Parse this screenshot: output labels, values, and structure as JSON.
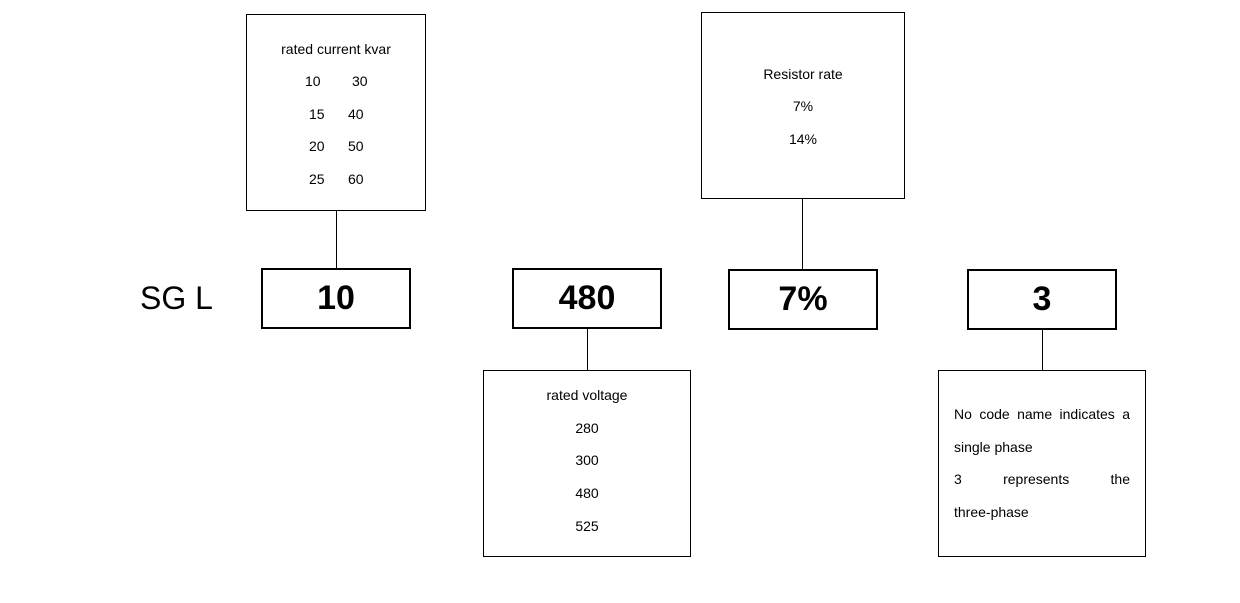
{
  "prefix": "SG L",
  "code_boxes": {
    "current": "10",
    "voltage": "480",
    "resistor": "7%",
    "phase": "3"
  },
  "current_box": {
    "title": "rated current kvar",
    "rows": [
      [
        "10",
        "30"
      ],
      [
        "15",
        "40"
      ],
      [
        "20",
        "50"
      ],
      [
        "25",
        "60"
      ]
    ]
  },
  "resistor_box": {
    "title": "Resistor rate",
    "values": [
      "7%",
      "14%"
    ]
  },
  "voltage_box": {
    "title": "rated voltage",
    "values": [
      "280",
      "300",
      "480",
      "525"
    ]
  },
  "phase_box": {
    "line1": "No code name indicates a",
    "line2": "single phase",
    "line3": "3 represents the",
    "line4": "three-phase"
  }
}
